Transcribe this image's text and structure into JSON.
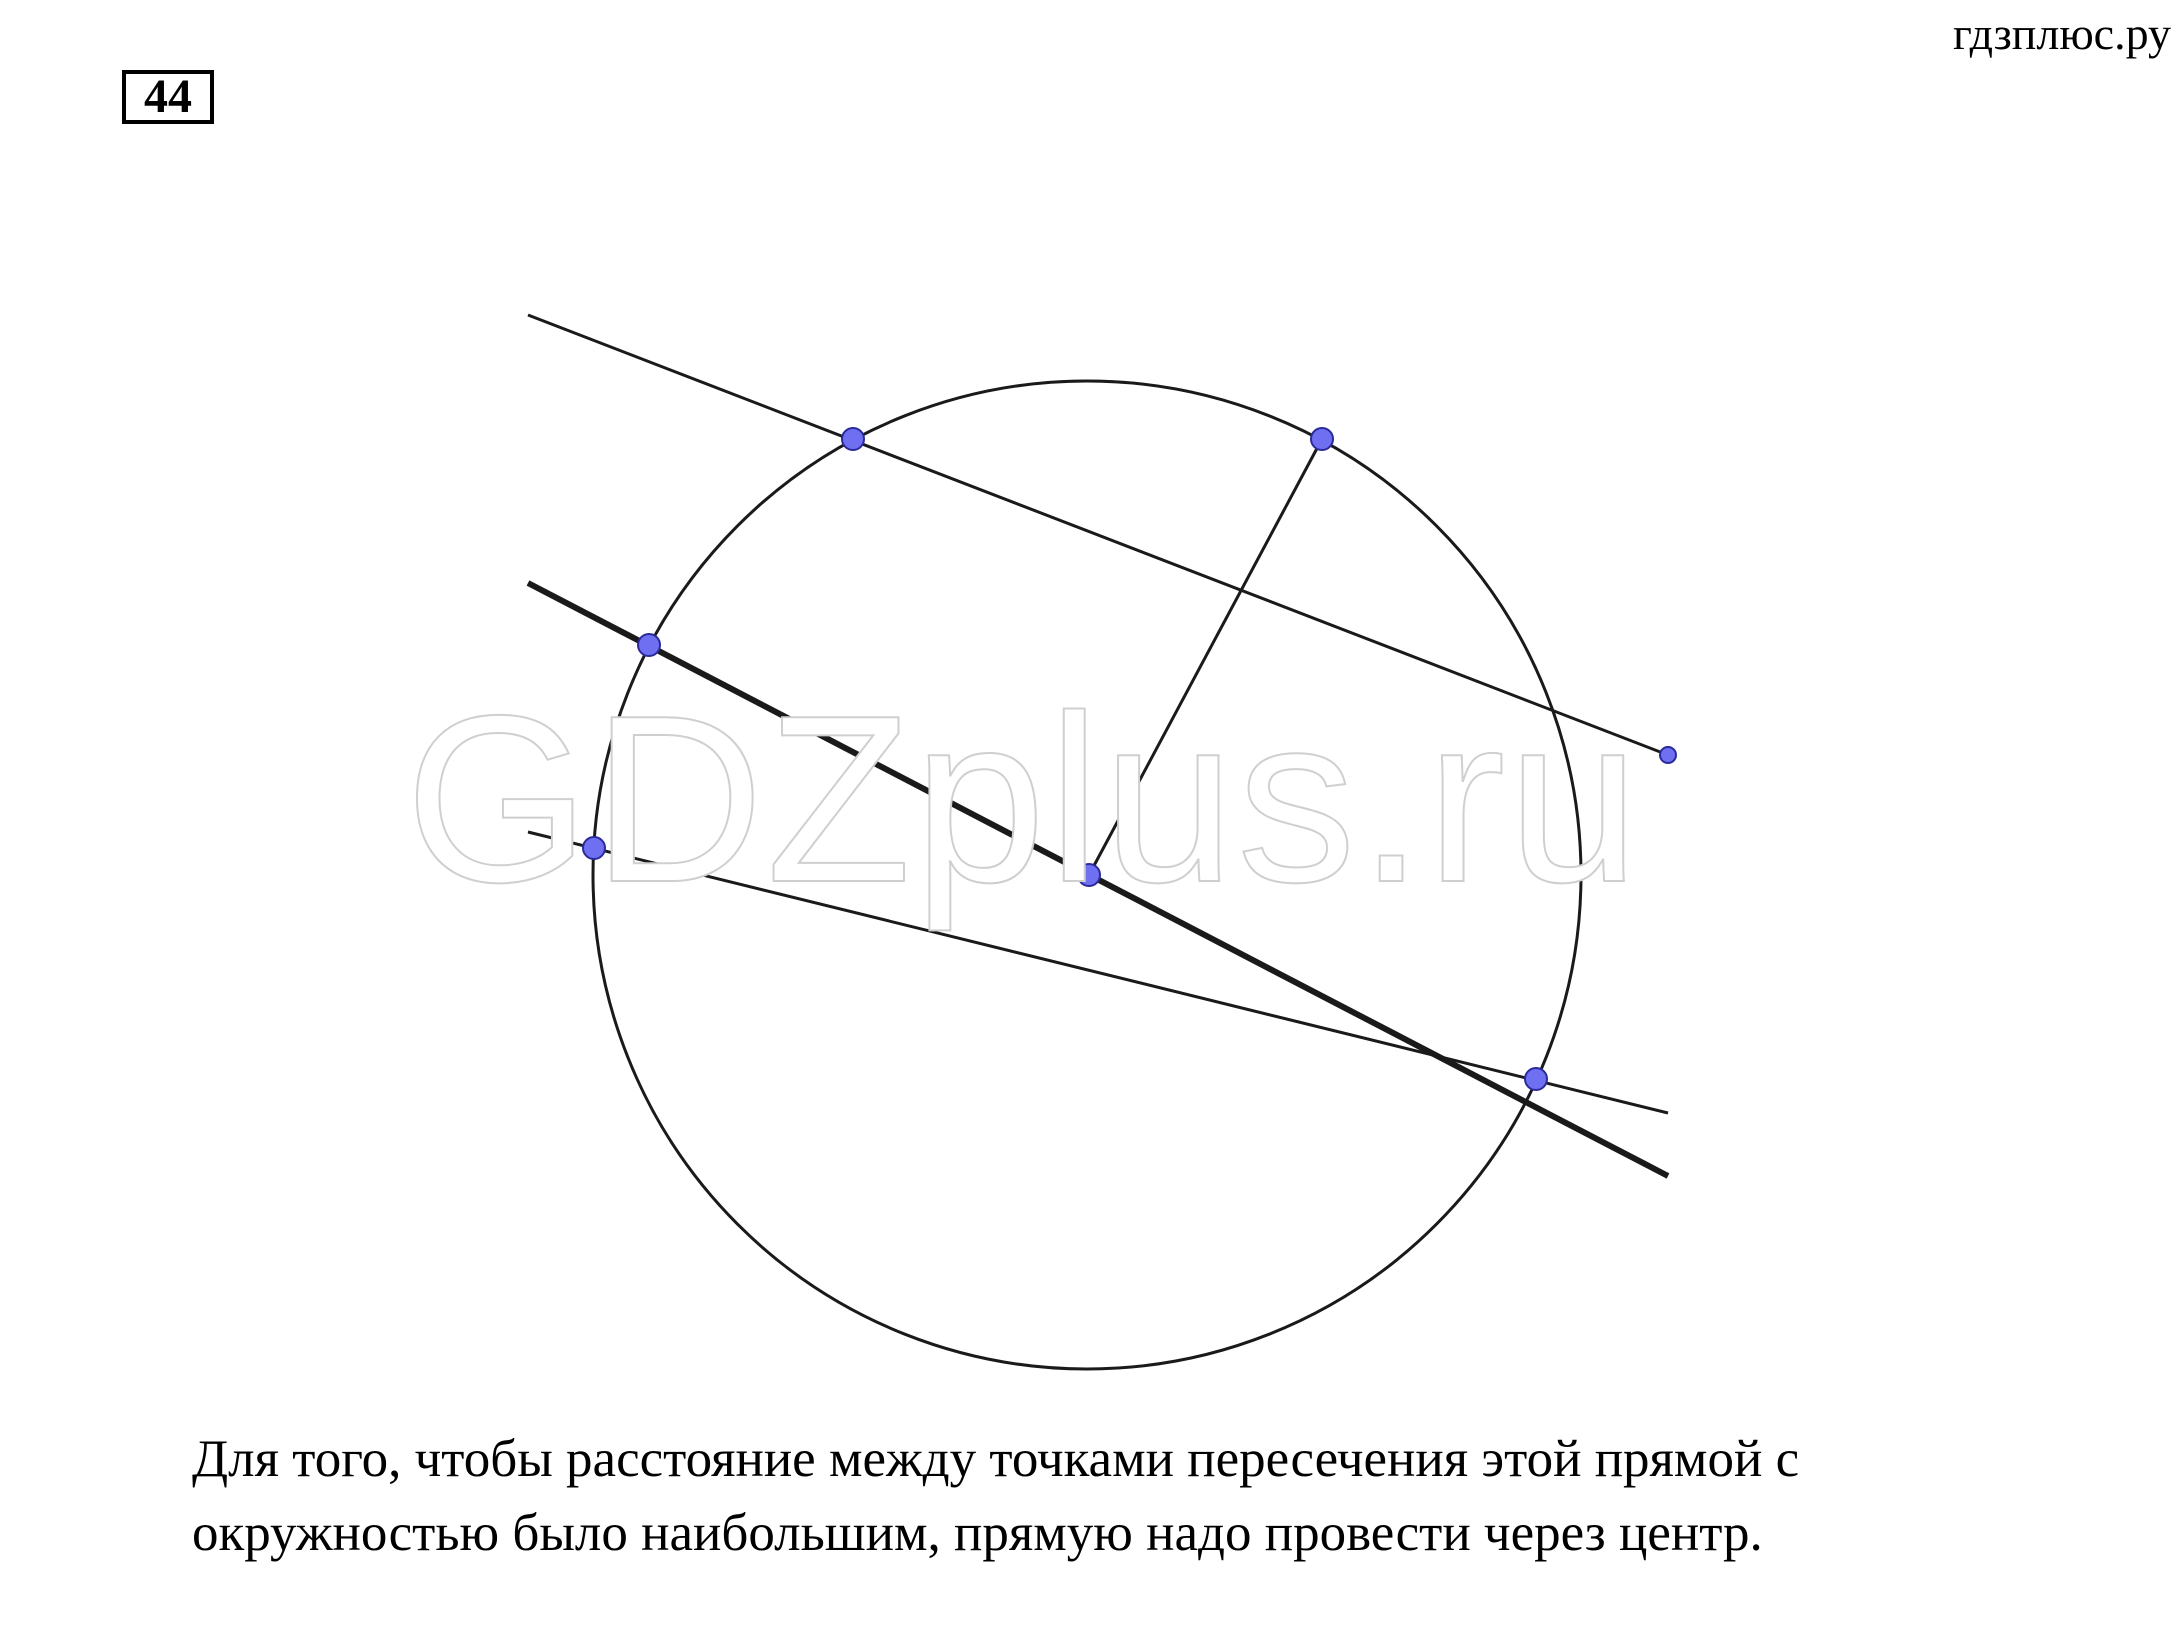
{
  "problem": {
    "number": "44"
  },
  "site": {
    "label": "гдзплюс.ру"
  },
  "watermark": {
    "text": "GDZplus.ru"
  },
  "caption": {
    "line1": "Для того, чтобы расстояние между точками пересечения этой прямой с",
    "line2": "окружностью было наибольшим, прямую надо провести через центр."
  },
  "colors": {
    "stroke": "#1a1a1a",
    "point_fill": "#6f6ff2",
    "point_stroke": "#2a2a9a",
    "watermark_outline": "#cfcfcf"
  }
}
